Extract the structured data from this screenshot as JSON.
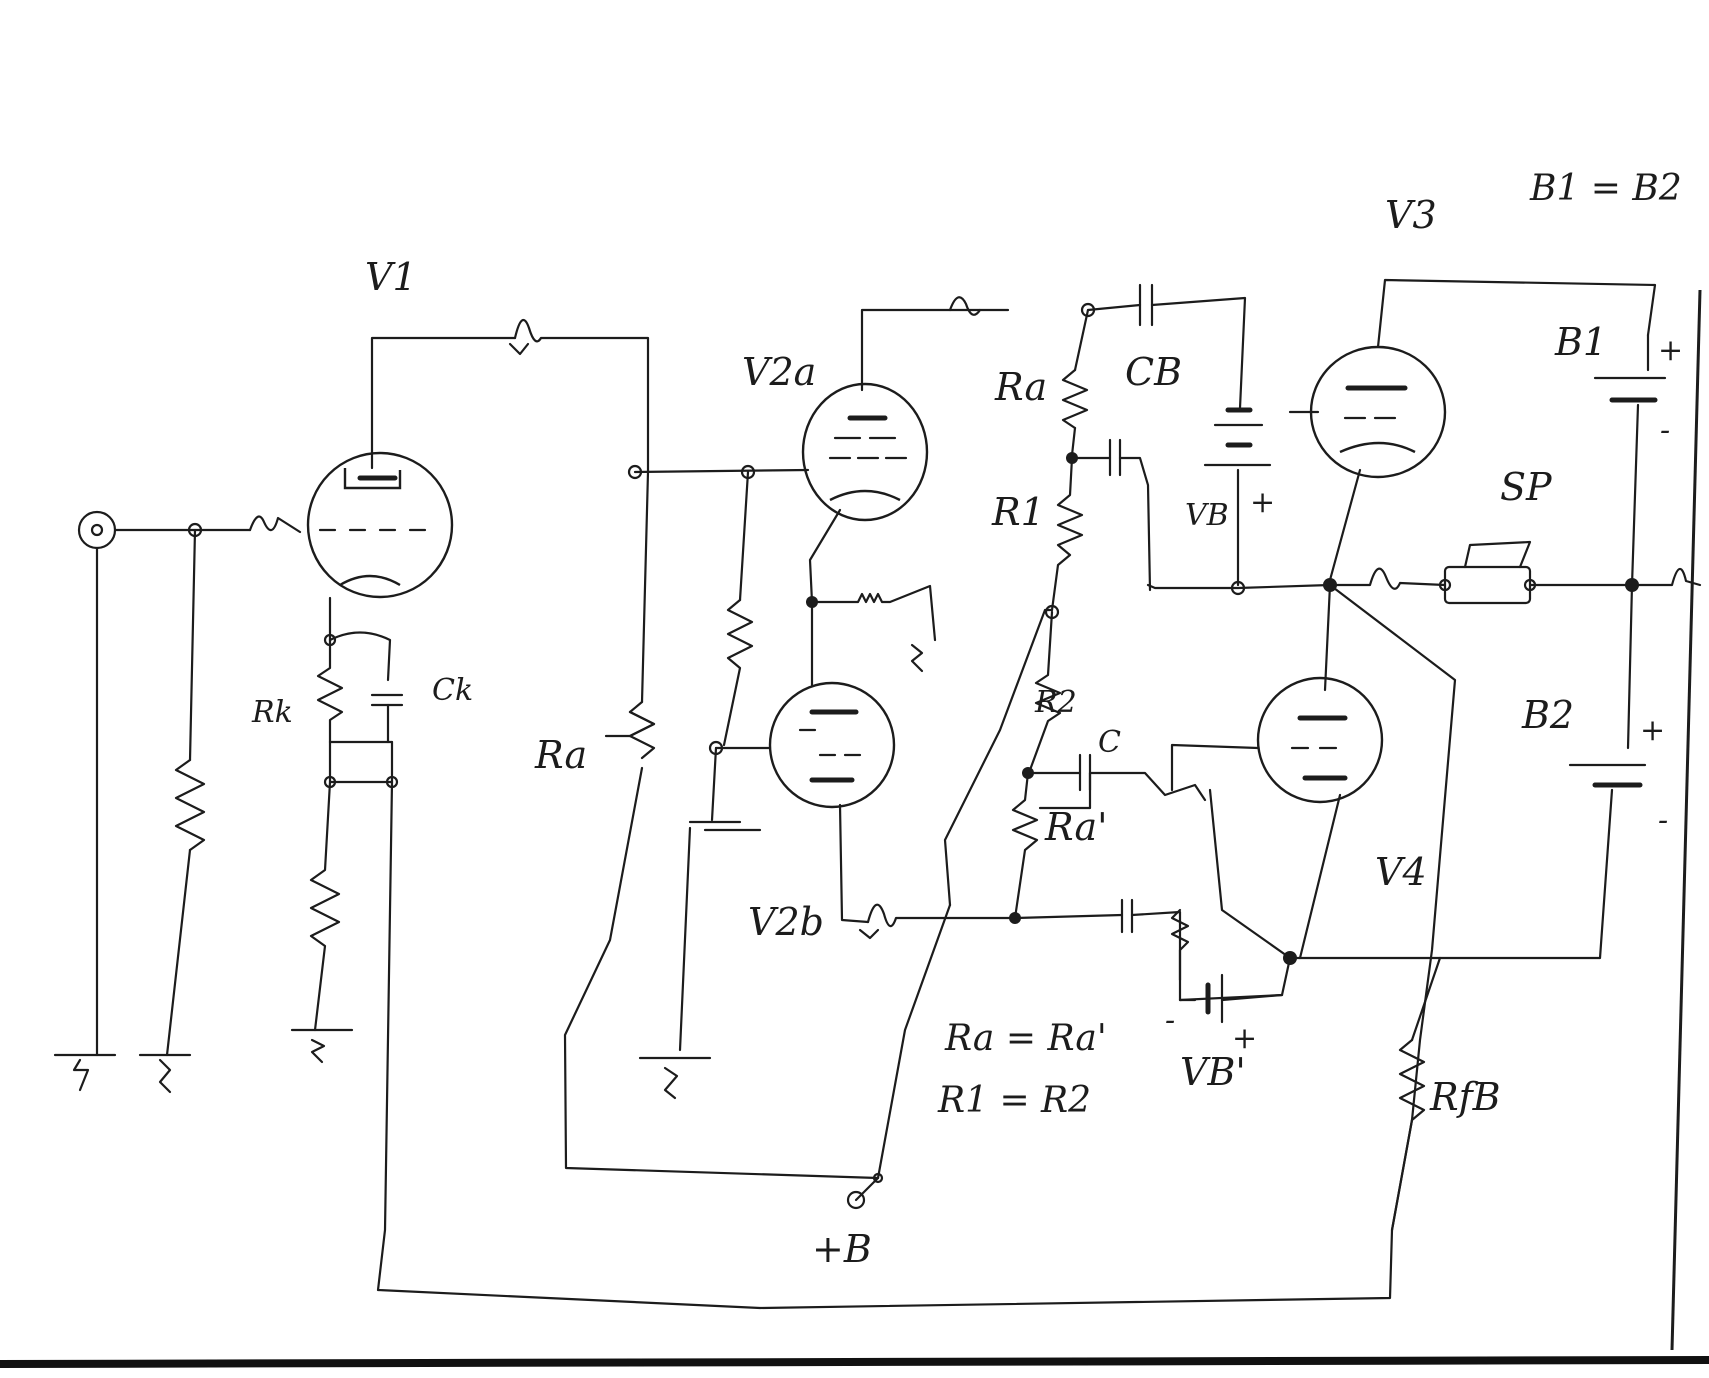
{
  "schematic": {
    "tubes": {
      "v1": "V1",
      "v2a": "V2a",
      "v2b": "V2b",
      "v3": "V3",
      "v4": "V4"
    },
    "components": {
      "rk": "Rk",
      "ck": "Ck",
      "ra_left": "Ra",
      "ra_mid": "Ra",
      "r1": "R1",
      "r2": "R2",
      "ra_prime": "Ra'",
      "cb": "CB",
      "vb": "VB",
      "vb_prime": "VB'",
      "c": "C",
      "sp": "SP",
      "b1": "B1",
      "b2": "B2",
      "rfb": "RfB"
    },
    "supply": {
      "plus_b": "+B"
    },
    "polarity": {
      "plus": "+",
      "minus": "-"
    },
    "notes": {
      "battery_equality": "B1 = B2",
      "ra_equality": "Ra = Ra'",
      "r_equality": "R1 = R2"
    }
  }
}
